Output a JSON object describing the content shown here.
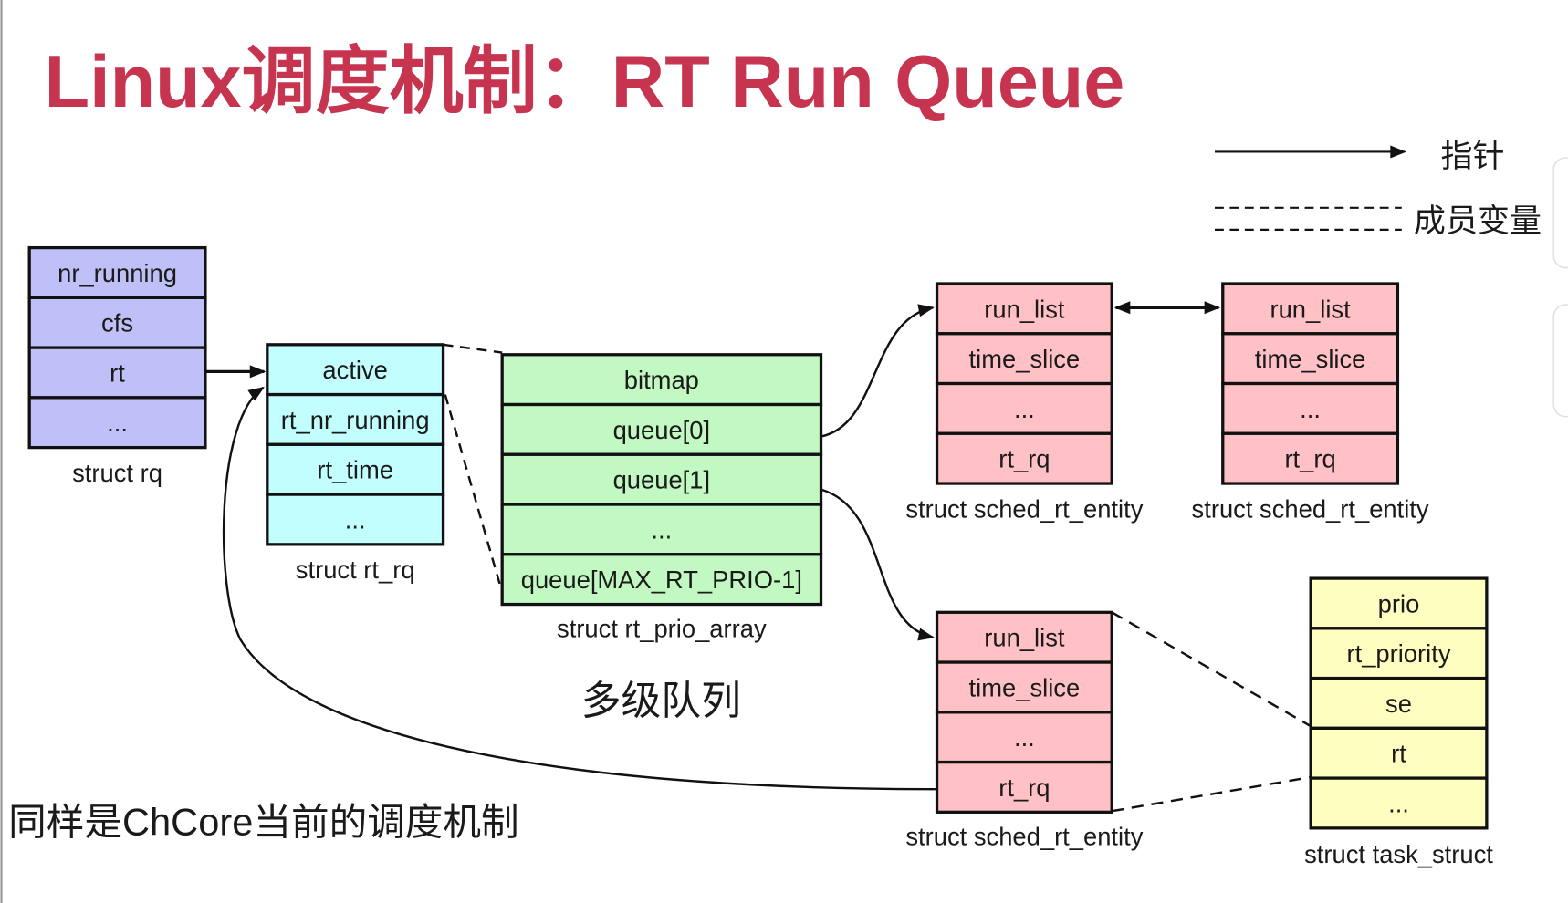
{
  "title": "Linux调度机制：RT Run Queue",
  "legend": {
    "pointer_label": "指针",
    "member_label": "成员变量"
  },
  "structs": [
    {
      "id": "rq",
      "caption": "struct rq",
      "color": "#c0c0f8",
      "fields": [
        "nr_running",
        "cfs",
        "rt",
        "..."
      ]
    },
    {
      "id": "rt_rq",
      "caption": "struct rt_rq",
      "color": "#c2fefe",
      "fields": [
        "active",
        "rt_nr_running",
        "rt_time",
        "..."
      ]
    },
    {
      "id": "prio_array",
      "caption": "struct rt_prio_array",
      "color": "#c2f8c2",
      "fields": [
        "bitmap",
        "queue[0]",
        "queue[1]",
        "...",
        "queue[MAX_RT_PRIO-1]"
      ]
    },
    {
      "id": "entity1",
      "caption": "struct sched_rt_entity",
      "color": "#ffc0c6",
      "fields": [
        "run_list",
        "time_slice",
        "...",
        "rt_rq"
      ]
    },
    {
      "id": "entity2",
      "caption": "struct sched_rt_entity",
      "color": "#ffc0c6",
      "fields": [
        "run_list",
        "time_slice",
        "...",
        "rt_rq"
      ]
    },
    {
      "id": "entity3",
      "caption": "struct sched_rt_entity",
      "color": "#ffc0c6",
      "fields": [
        "run_list",
        "time_slice",
        "...",
        "rt_rq"
      ]
    },
    {
      "id": "task",
      "caption": "struct task_struct",
      "color": "#fefec0",
      "fields": [
        "prio",
        "rt_priority",
        "se",
        "rt",
        "..."
      ]
    }
  ],
  "labels": {
    "multilevel": "多级队列",
    "note": "同样是ChCore当前的调度机制"
  }
}
